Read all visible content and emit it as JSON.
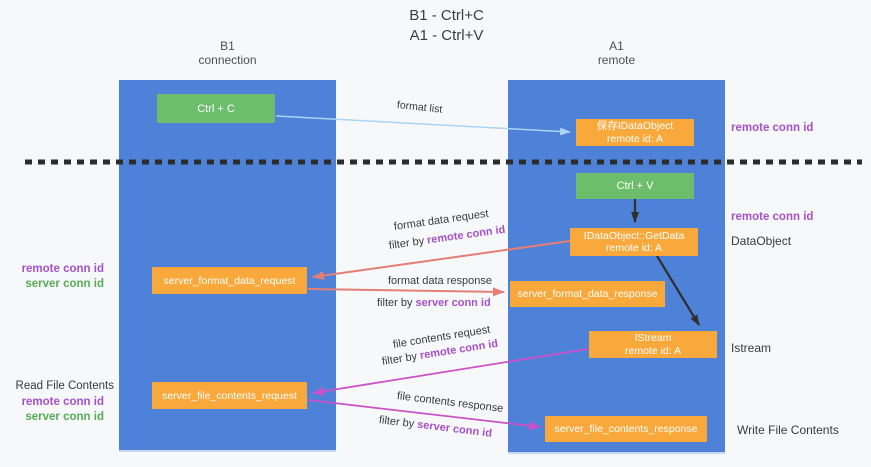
{
  "title": {
    "line1": "B1 - Ctrl+C",
    "line2": "A1 - Ctrl+V"
  },
  "columns": {
    "b1": {
      "name": "B1",
      "role": "connection"
    },
    "a1": {
      "name": "A1",
      "role": "remote"
    }
  },
  "nodes": {
    "ctrl_c": "Ctrl + C",
    "save_idataobject": {
      "line1": "保存IDataObject",
      "line2": "remote id: A"
    },
    "ctrl_v": "Ctrl + V",
    "getdata": {
      "line1": "IDataObject::GetData",
      "line2": "remote id: A"
    },
    "format_request": "server_format_data_request",
    "format_response": "server_format_data_response",
    "istream": {
      "line1": "IStream",
      "line2": "remote id: A"
    },
    "file_request": "server_file_contents_request",
    "file_response": "server_file_contents_response"
  },
  "side_labels": {
    "right_conn_1": "remote conn id",
    "right_conn_2": "remote conn id",
    "dataobject": "DataObject",
    "istream": "Istream",
    "write_file": "Write File Contents",
    "left_conn_1": "remote conn id",
    "left_conn_2": "server conn id",
    "read_file": "Read File Contents",
    "left_conn_3": "remote conn id",
    "left_conn_4": "server conn id"
  },
  "arrows": {
    "format_list": "format list",
    "format_request": {
      "line1": "format data request",
      "prefix": "filter by ",
      "id": "remote conn id"
    },
    "format_response": {
      "line1": "format data response",
      "prefix": "filter by ",
      "id": "server conn id"
    },
    "file_request": {
      "line1": "file contents request",
      "prefix": "filter by ",
      "id": "remote conn id"
    },
    "file_response": {
      "line1": "file contents response",
      "prefix": "filter by ",
      "id": "server conn id"
    }
  },
  "colors": {
    "lifeline_blue": "#4e82d8",
    "box_green": "#6cbe6c",
    "box_orange": "#f9a93c",
    "arrow_salmon": "#e57e74",
    "arrow_magenta": "#cb52c8",
    "arrow_lightblue": "#a9d4f2",
    "arrow_black": "#2f2f2f",
    "text_purple": "#a551c9",
    "text_green": "#57ab57",
    "separator": "#2d2d2d"
  }
}
